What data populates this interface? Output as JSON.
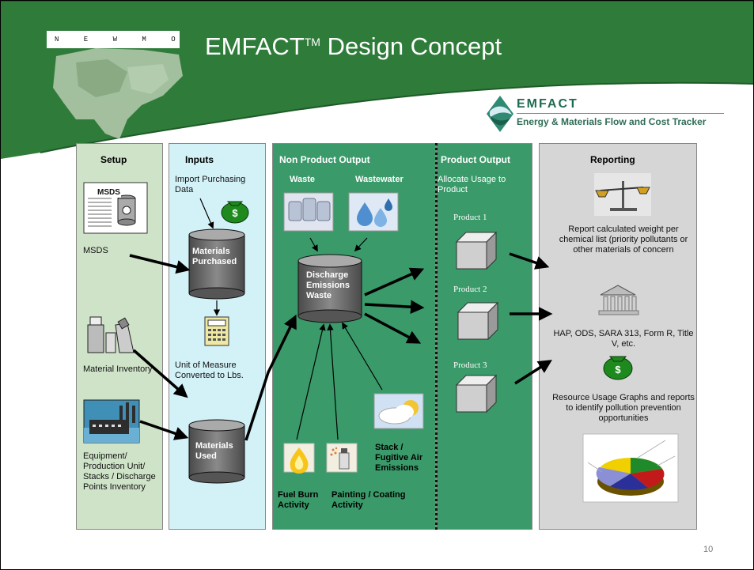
{
  "header": {
    "org_banner": "N E W M O A",
    "title": "EMFACT",
    "title_sup": "TM",
    "title_rest": " Design Concept",
    "logo_name": "EMFACT",
    "logo_tagline": "Energy & Materials Flow and Cost Tracker"
  },
  "columns": {
    "setup": {
      "heading": "Setup",
      "msds_doc_label": "MSDS",
      "msds_label": "MSDS",
      "material_inventory": "Material Inventory",
      "equipment_inventory": "Equipment/ Production Unit/ Stacks / Discharge Points Inventory"
    },
    "inputs": {
      "heading": "Inputs",
      "import_label": "Import Purchasing Data",
      "materials_purchased": "Materials Purchased",
      "unit_converted": "Unit of Measure Converted to Lbs.",
      "materials_used": "Materials Used"
    },
    "non_product": {
      "heading": "Non Product Output",
      "waste": "Waste",
      "wastewater": "Wastewater",
      "discharge": "Discharge Emissions Waste",
      "fuel_burn": "Fuel Burn Activity",
      "painting": "Painting / Coating Activity",
      "stack": "Stack / Fugitive Air Emissions"
    },
    "product": {
      "heading": "Product Output",
      "allocate": "Allocate Usage to Product",
      "product1": "Product 1",
      "product2": "Product 2",
      "product3": "Product 3"
    },
    "reporting": {
      "heading": "Reporting",
      "report1": "Report calculated weight per chemical list (priority pollutants or other materials of concern",
      "report2": "HAP, ODS, SARA 313, Form R, Title V, etc.",
      "report3": "Resource Usage Graphs and reports to identify pollution prevention opportunities"
    }
  },
  "page_number": "10",
  "colors": {
    "header_green": "#2f7c3a",
    "setup_bg": "#cfe3c8",
    "inputs_bg": "#d3f2f8",
    "output_bg": "#3a9a6a",
    "report_bg": "#d6d6d6"
  }
}
